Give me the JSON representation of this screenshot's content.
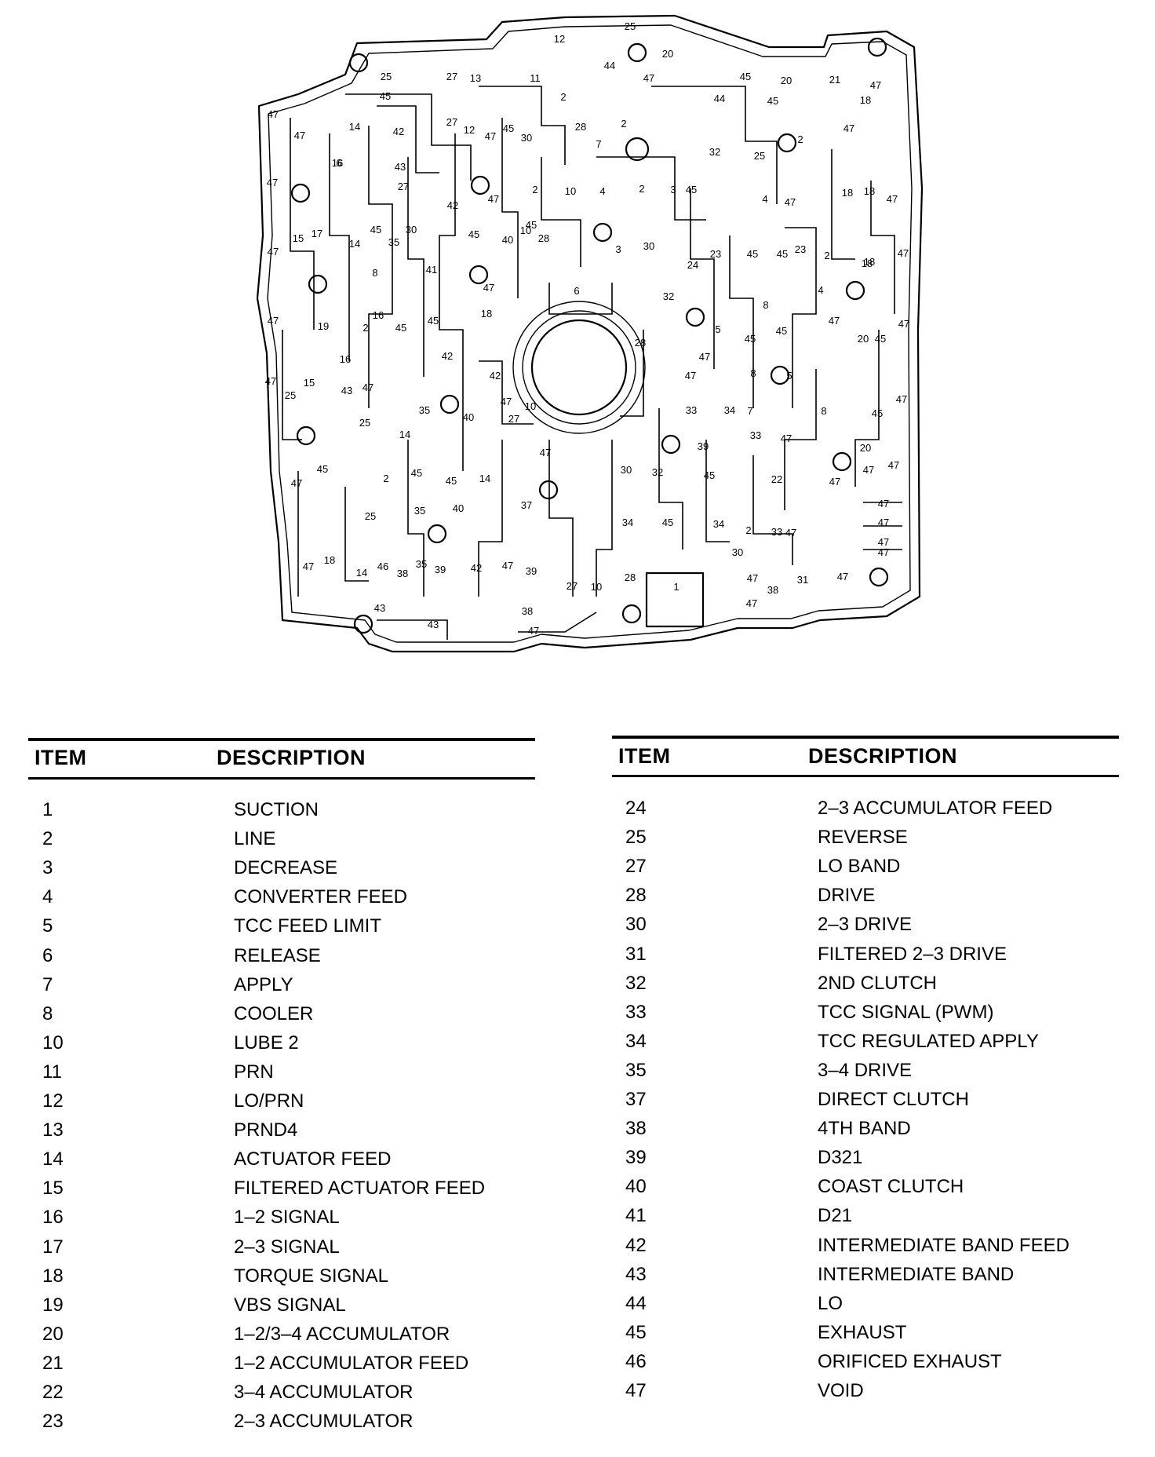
{
  "diagram": {
    "callouts": [
      "1",
      "2",
      "3",
      "4",
      "5",
      "6",
      "7",
      "8",
      "10",
      "11",
      "12",
      "13",
      "14",
      "15",
      "16",
      "17",
      "18",
      "19",
      "20",
      "21",
      "22",
      "23",
      "24",
      "25",
      "27",
      "28",
      "30",
      "31",
      "32",
      "33",
      "34",
      "35",
      "37",
      "38",
      "39",
      "40",
      "41",
      "42",
      "43",
      "44",
      "45",
      "46",
      "47"
    ]
  },
  "legend_left": {
    "header_item": "ITEM",
    "header_desc": "DESCRIPTION",
    "rows": [
      {
        "item": "1",
        "desc": "SUCTION"
      },
      {
        "item": "2",
        "desc": "LINE"
      },
      {
        "item": "3",
        "desc": "DECREASE"
      },
      {
        "item": "4",
        "desc": "CONVERTER FEED"
      },
      {
        "item": "5",
        "desc": "TCC FEED LIMIT"
      },
      {
        "item": "6",
        "desc": "RELEASE"
      },
      {
        "item": "7",
        "desc": "APPLY"
      },
      {
        "item": "8",
        "desc": "COOLER"
      },
      {
        "item": "10",
        "desc": "LUBE 2"
      },
      {
        "item": "11",
        "desc": "PRN"
      },
      {
        "item": "12",
        "desc": "LO/PRN"
      },
      {
        "item": "13",
        "desc": "PRND4"
      },
      {
        "item": "14",
        "desc": "ACTUATOR FEED"
      },
      {
        "item": "15",
        "desc": "FILTERED ACTUATOR FEED"
      },
      {
        "item": "16",
        "desc": "1–2 SIGNAL"
      },
      {
        "item": "17",
        "desc": "2–3 SIGNAL"
      },
      {
        "item": "18",
        "desc": "TORQUE SIGNAL"
      },
      {
        "item": "19",
        "desc": "VBS SIGNAL"
      },
      {
        "item": "20",
        "desc": "1–2/3–4 ACCUMULATOR"
      },
      {
        "item": "21",
        "desc": "1–2 ACCUMULATOR FEED"
      },
      {
        "item": "22",
        "desc": "3–4 ACCUMULATOR"
      },
      {
        "item": "23",
        "desc": "2–3 ACCUMULATOR"
      }
    ]
  },
  "legend_right": {
    "header_item": "ITEM",
    "header_desc": "DESCRIPTION",
    "rows": [
      {
        "item": "24",
        "desc": "2–3 ACCUMULATOR FEED"
      },
      {
        "item": "25",
        "desc": "REVERSE"
      },
      {
        "item": "27",
        "desc": "LO BAND"
      },
      {
        "item": "28",
        "desc": "DRIVE"
      },
      {
        "item": "30",
        "desc": "2–3 DRIVE"
      },
      {
        "item": "31",
        "desc": "FILTERED 2–3 DRIVE"
      },
      {
        "item": "32",
        "desc": "2ND CLUTCH"
      },
      {
        "item": "33",
        "desc": "TCC SIGNAL (PWM)"
      },
      {
        "item": "34",
        "desc": "TCC REGULATED APPLY"
      },
      {
        "item": "35",
        "desc": "3–4 DRIVE"
      },
      {
        "item": "37",
        "desc": "DIRECT CLUTCH"
      },
      {
        "item": "38",
        "desc": "4TH BAND"
      },
      {
        "item": "39",
        "desc": "D321"
      },
      {
        "item": "40",
        "desc": "COAST CLUTCH"
      },
      {
        "item": "41",
        "desc": "D21"
      },
      {
        "item": "42",
        "desc": "INTERMEDIATE BAND FEED"
      },
      {
        "item": "43",
        "desc": "INTERMEDIATE BAND"
      },
      {
        "item": "44",
        "desc": "LO"
      },
      {
        "item": "45",
        "desc": "EXHAUST"
      },
      {
        "item": "46",
        "desc": "ORIFICED EXHAUST"
      },
      {
        "item": "47",
        "desc": "VOID"
      }
    ]
  }
}
